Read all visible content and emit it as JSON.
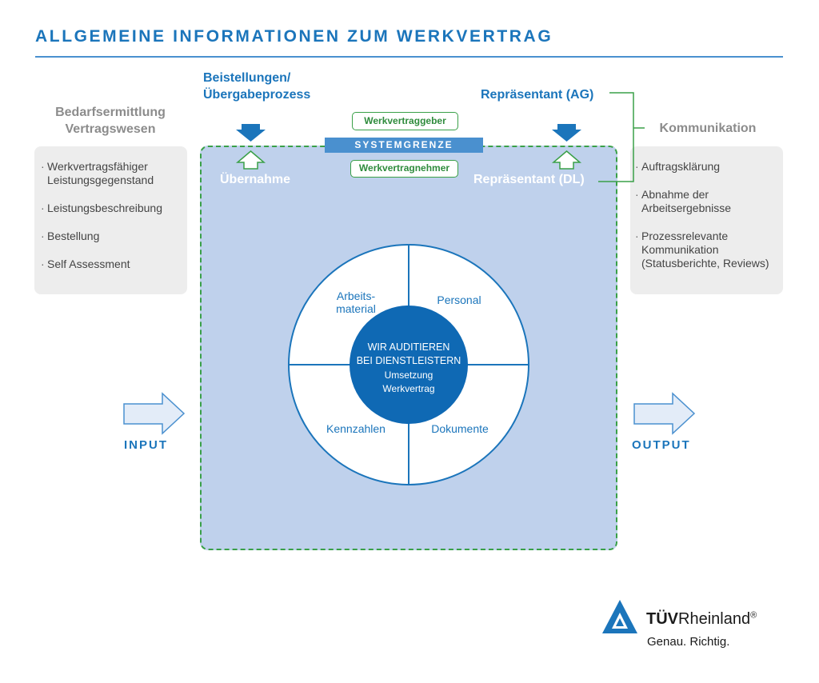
{
  "title": "ALLGEMEINE INFORMATIONEN ZUM WERKVERTRAG",
  "left": {
    "heading_line1": "Bedarfsermittlung",
    "heading_line2": "Vertragswesen",
    "items": [
      {
        "line1": "Werkvertragsfähiger",
        "line2": "Leistungsgegenstand"
      },
      {
        "line1": "Leistungsbeschreibung",
        "line2": ""
      },
      {
        "line1": "Bestellung",
        "line2": ""
      },
      {
        "line1": "Self Assessment",
        "line2": ""
      }
    ]
  },
  "right": {
    "heading": "Kommunikation",
    "items": [
      {
        "line1": "Auftragsklärung",
        "line2": "",
        "line3": ""
      },
      {
        "line1": "Abnahme der",
        "line2": "Arbeitsergebnisse",
        "line3": ""
      },
      {
        "line1": "Prozessrelevante",
        "line2": "Kommunikation",
        "line3": "(Statusberichte, Reviews)"
      }
    ]
  },
  "top_left_heading_line1": "Beistellungen/",
  "top_left_heading_line2": "Übergabeprozess",
  "top_right_heading": "Repräsentant (AG)",
  "werkvertraggeber": "Werkvertraggeber",
  "systemgrenze": "SYSTEMGRENZE",
  "werkvertragnehmer": "Werkvertragnehmer",
  "uebernahme": "Übernahme",
  "repraesentant_dl": "Repräsentant (DL)",
  "input_label": "INPUT",
  "output_label": "OUTPUT",
  "wheel": {
    "top_left_line1": "Arbeits-",
    "top_left_line2": "material",
    "top_right": "Personal",
    "bottom_left": "Kennzahlen",
    "bottom_right": "Dokumente",
    "core_line1": "WIR AUDITIEREN",
    "core_line2": "BEI DIENSTLEISTERN",
    "core_line3": "Umsetzung",
    "core_line4": "Werkvertrag"
  },
  "logo": {
    "brand_bold": "TÜV",
    "brand_regular": "Rheinland",
    "registered": "®",
    "tagline": "Genau. Richtig."
  },
  "colors": {
    "brand_blue": "#1b75bb",
    "system_fill": "#bfd1ec",
    "border_green": "#3aa048",
    "panel_grey": "#ededed",
    "core_blue": "#0f69b4"
  },
  "icons": {
    "down_arrow": "down-arrow-icon",
    "up_arrow": "up-arrow-icon",
    "input_arrow": "right-arrow-icon",
    "logo": "tuv-triangle-logo-icon"
  }
}
